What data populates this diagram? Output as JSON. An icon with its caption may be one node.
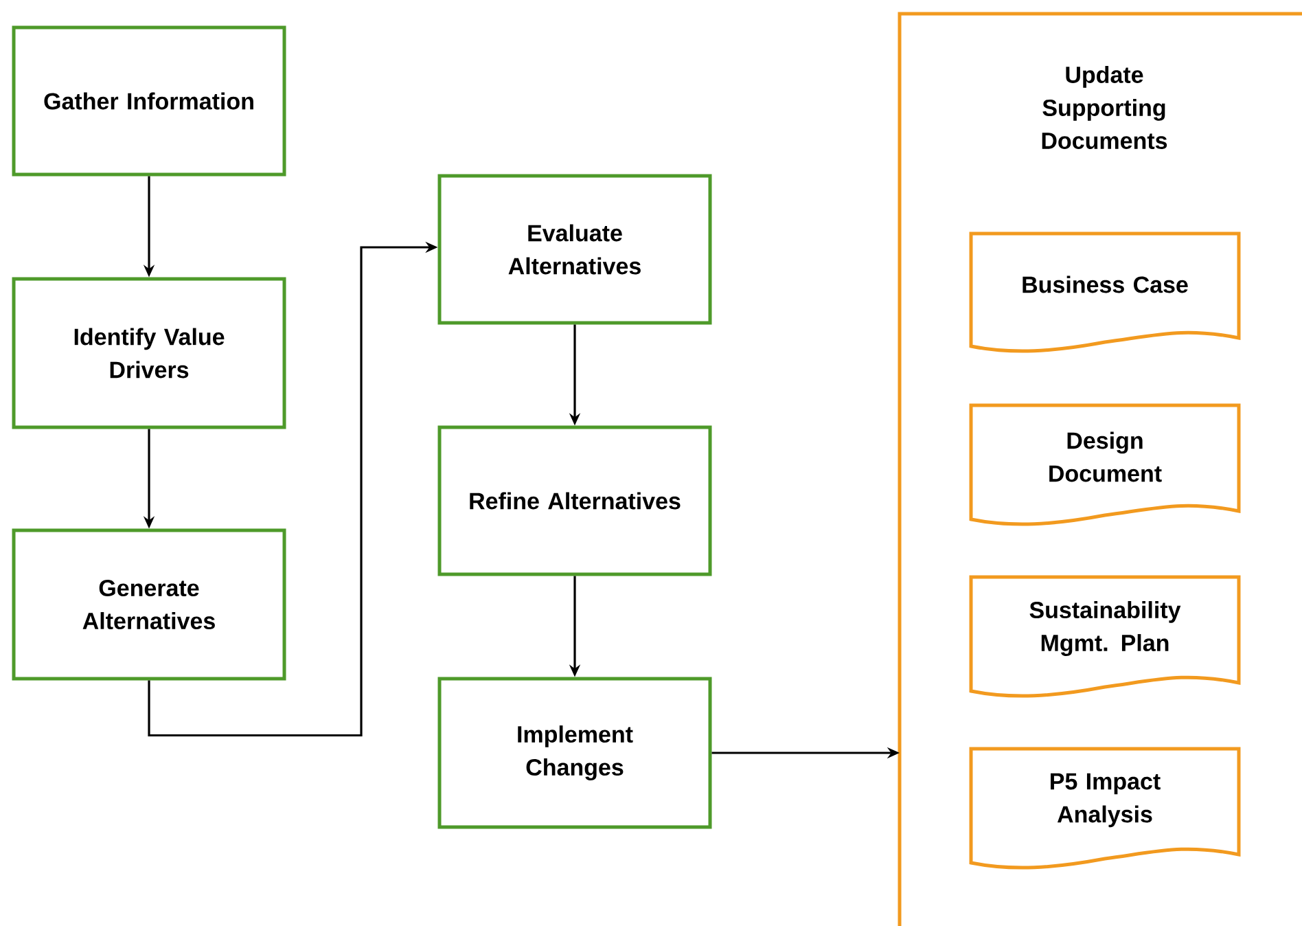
{
  "diagram": {
    "nodes": [
      {
        "text": [
          "Gather Information"
        ]
      },
      {
        "text": [
          "Identify Value Drivers"
        ]
      },
      {
        "text": [
          "Generate Alternatives"
        ]
      },
      {
        "text": [
          "Evaluate Alternatives"
        ]
      },
      {
        "text": [
          "Refine Alternatives"
        ]
      },
      {
        "text": [
          "Implement Changes"
        ]
      },
      {
        "text": [
          "Update Supporting Documents"
        ]
      },
      {
        "text": [
          "Business Case"
        ],
        "in": 6
      },
      {
        "text": [
          "Design Document"
        ],
        "in": 6
      },
      {
        "text": [
          "Sustainability Mgmt. Plan"
        ],
        "in": 6
      },
      {
        "text": [
          "P5 Impact Analysis"
        ],
        "in": 6
      }
    ],
    "edges": [
      {
        "from": 0,
        "to": 1,
        "arrow": "to"
      },
      {
        "from": 1,
        "to": 2,
        "arrow": "to"
      },
      {
        "from": 2,
        "to": 3,
        "arrow": "to"
      },
      {
        "from": 3,
        "to": 4,
        "arrow": "to"
      },
      {
        "from": 4,
        "to": 5,
        "arrow": "to"
      },
      {
        "from": 5,
        "to": 6,
        "arrow": "to"
      }
    ]
  }
}
